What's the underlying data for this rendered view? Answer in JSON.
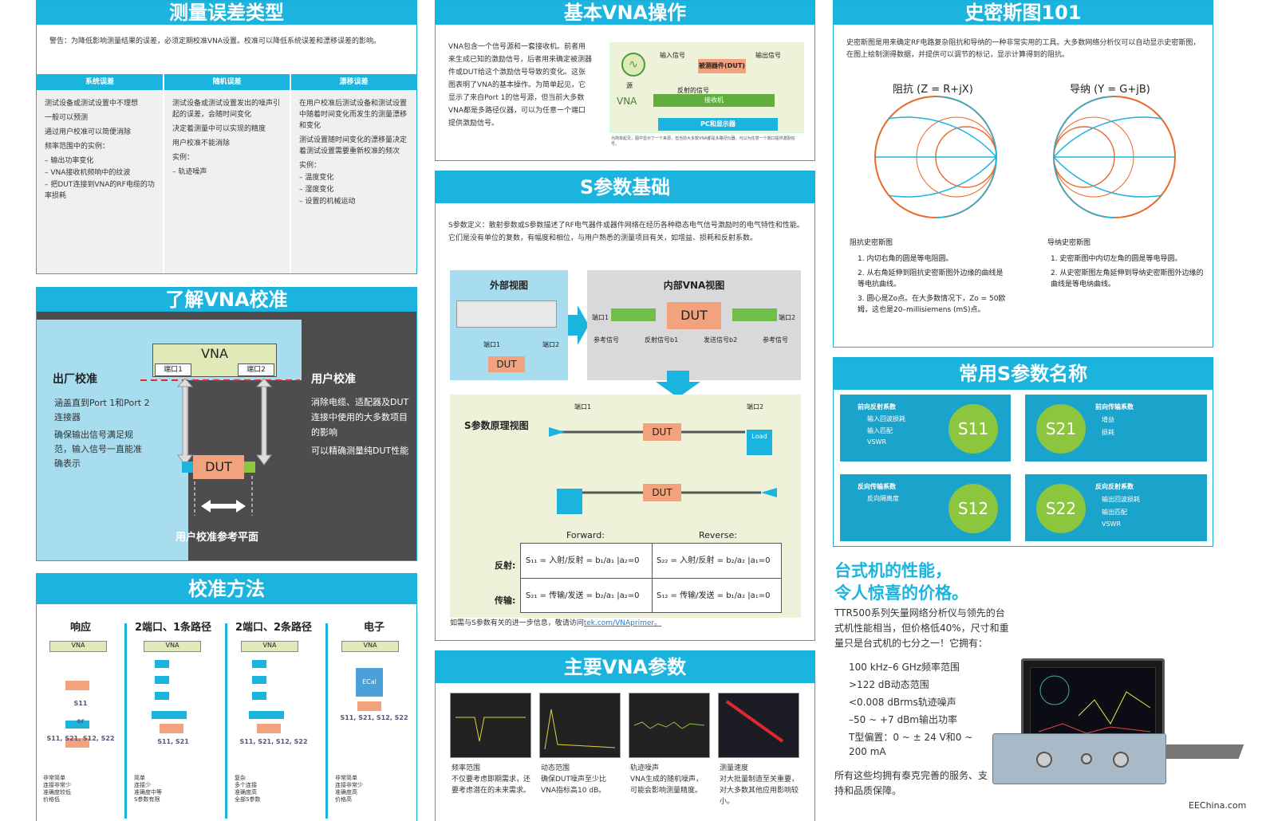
{
  "error_types": {
    "title": "测量误差类型",
    "warning": "警告：为降低影响测量结果的误差，必须定期校准VNA设置。校准可以降低系统误差和漂移误差的影响。",
    "columns": [
      {
        "header": "系统误差",
        "items": [
          "测试设备或测试设置中不理想",
          "一般可以预测",
          "通过用户校准可以简便消除",
          "频率范围中的实例：",
          "– 输出功率变化",
          "– VNA接收机频响中的纹波",
          "– 把DUT连接到VNA的RF电缆的功率损耗"
        ]
      },
      {
        "header": "随机误差",
        "items": [
          "测试设备或测试设置发出的噪声引起的误差，会随时间变化",
          "决定着测量中可以实现的精度",
          "用户校准不能消除",
          "实例：",
          "– 轨迹噪声"
        ]
      },
      {
        "header": "漂移误差",
        "items": [
          "在用户校准后测试设备和测试设置中随着时间变化而发生的测量漂移和变化",
          "测试设置随时间变化的漂移量决定着测试设置需要重新校准的频次",
          "实例：",
          "– 温度变化",
          "– 湿度变化",
          "– 设置的机械运动"
        ]
      }
    ]
  },
  "vna_cal": {
    "title": "了解VNA校准",
    "vna": "VNA",
    "port1": "端口1",
    "port2": "端口2",
    "dut": "DUT",
    "factory_title": "出厂校准",
    "factory_items": [
      "涵盖直到Port 1和Port 2连接器",
      "确保输出信号满足规范，输入信号一直能准确表示"
    ],
    "user_title": "用户校准",
    "user_items": [
      "消除电缆、适配器及DUT连接中使用的大多数项目的影响",
      "可以精确测量纯DUT性能"
    ],
    "plane": "用户校准参考平面"
  },
  "cal_methods": {
    "title": "校准方法",
    "columns": [
      {
        "header": "响应",
        "label": "S11\nor\nS11, S21, S12, S22",
        "notes": [
          "非常简单",
          "连接非常少",
          "准确度较低",
          "价格低"
        ]
      },
      {
        "header": "2端口、1条路径",
        "label": "S11, S21",
        "notes": [
          "简单",
          "连接少",
          "准确度中等",
          "S参数有限"
        ]
      },
      {
        "header": "2端口、2条路径",
        "label": "S11, S21, S12, S22",
        "notes": [
          "复杂",
          "多个连接",
          "准确度高",
          "全部S参数"
        ]
      },
      {
        "header": "电子",
        "label": "S11, S21, S12, S22",
        "notes": [
          "非常简单",
          "连接非常少",
          "准确度高",
          "价格高"
        ]
      }
    ]
  },
  "basic_vna": {
    "title": "基本VNA操作",
    "text": "VNA包含一个信号源和一套接收机。前者用来生成已知的激励信号，后者用来确定被测器件或DUT给这个激励信号导致的变化。这张图表明了VNA的基本操作。为简单起见，它显示了来自Port 1的信号源，但当前大多数VNA都是多路径仪器，可以为任意一个端口提供激励信号。",
    "diag": {
      "input": "输入信号",
      "dut": "被测器件(DUT)",
      "output": "输出信号",
      "source": "源",
      "reflect": "反射的信号",
      "vna": "VNA",
      "receiver": "接收机",
      "pc": "PC和显示器"
    },
    "caption": "为简单起见，图中显示了一个来源，但当前大多数VNA都是多路径仪器，可以为任意一个端口提供激励信号。"
  },
  "sparam": {
    "title": "S参数基础",
    "text": "S参数定义：散射参数或S参数描述了RF电气器件或器件网络在经历各种稳态电气信号激励时的电气特性和性能。它们是没有单位的复数，有幅度和相位，与用户熟悉的测量项目有关，如增益、损耗和反射系数。",
    "ext_view": "外部视图",
    "int_view": "内部VNA视图",
    "principle": "S参数原理视图",
    "port1": "端口1",
    "port2": "端口2",
    "dut": "DUT",
    "ref_sig": "参考信号",
    "refl_b1": "反射信号b1",
    "trans_b2": "发送信号b2",
    "forward": "Forward:",
    "reverse": "Reverse:",
    "refl": "反射:",
    "trans": "传输:",
    "footer": "如需与S参数有关的进一步信息，敬请访问",
    "link": "tek.com/VNAprimer。"
  },
  "vna_params": {
    "title": "主要VNA参数",
    "items": [
      {
        "name": "频率范围",
        "desc": "不仅要考虑即期需求，还要考虑潜在的未来需求。"
      },
      {
        "name": "动态范围",
        "desc": "确保DUT噪声至少比VNA指标高10 dB。"
      },
      {
        "name": "轨迹噪声",
        "desc": "VNA生成的随机噪声，可能会影响测量精度。"
      },
      {
        "name": "测量速度",
        "desc": "对大批量制造至关重要，对大多数其他应用影响较小。"
      }
    ]
  },
  "smith": {
    "title": "史密斯图101",
    "text": "史密斯图是用来确定RF电路复杂阻抗和导纳的一种非常实用的工具。大多数网络分析仪可以自动显示史密斯图，在图上绘制测得数据，并提供可以调节的标记，显示计算得到的阻抗。",
    "imp_title": "阻抗 (Z = R+jX)",
    "adm_title": "导纳 (Y = G+jB)",
    "imp_head": "阻抗史密斯图",
    "imp_items": [
      "1. 内切右角的圆是等电阻圆。",
      "2. 从右角延伸到阻抗史密斯图外边缘的曲线是等电抗曲线。",
      "3. 圆心是Zo点。在大多数情况下，Zo = 50欧姆，这也是20–millisiemens (mS)点。"
    ],
    "adm_head": "导纳史密斯图",
    "adm_items": [
      "1. 史密斯图中内切左角的圆是等电导圆。",
      "2. 从史密斯图左角延伸到导纳史密斯图外边缘的曲线是等电纳曲线。"
    ]
  },
  "common_s": {
    "title": "常用S参数名称",
    "boxes": [
      {
        "head": "前向反射系数",
        "items": [
          "输入回波损耗",
          "输入匹配",
          "VSWR"
        ],
        "s": "S11"
      },
      {
        "head": "前向传输系数",
        "items": [
          "增益",
          "损耗"
        ],
        "s": "S21"
      },
      {
        "head": "反向传输系数",
        "items": [
          "反向隔离度"
        ],
        "s": "S12"
      },
      {
        "head": "反向反射系数",
        "items": [
          "输出回波损耗",
          "输出匹配",
          "VSWR"
        ],
        "s": "S22"
      }
    ]
  },
  "ad": {
    "headline1": "台式机的性能，",
    "headline2": "令人惊喜的价格。",
    "intro": "TTR500系列矢量网络分析仪与领先的台式机性能相当，但价格低40%，尺寸和重量只是台式机的七分之一！它拥有：",
    "items": [
      "100 kHz–6 GHz频率范围",
      ">122 dB动态范围",
      "<0.008 dBrms轨迹噪声",
      "–50 ~ +7 dBm输出功率",
      "T型偏置：0 ~ ± 24 V和0 ~ 200 mA"
    ],
    "closing": "所有这些均拥有泰克完善的服务、支持和品质保障。"
  },
  "watermark": "EEChina.com",
  "colors": {
    "accent": "#1bb4df",
    "dut": "#f2a37e",
    "green": "#8cc63e",
    "orange": "#e8692a"
  }
}
